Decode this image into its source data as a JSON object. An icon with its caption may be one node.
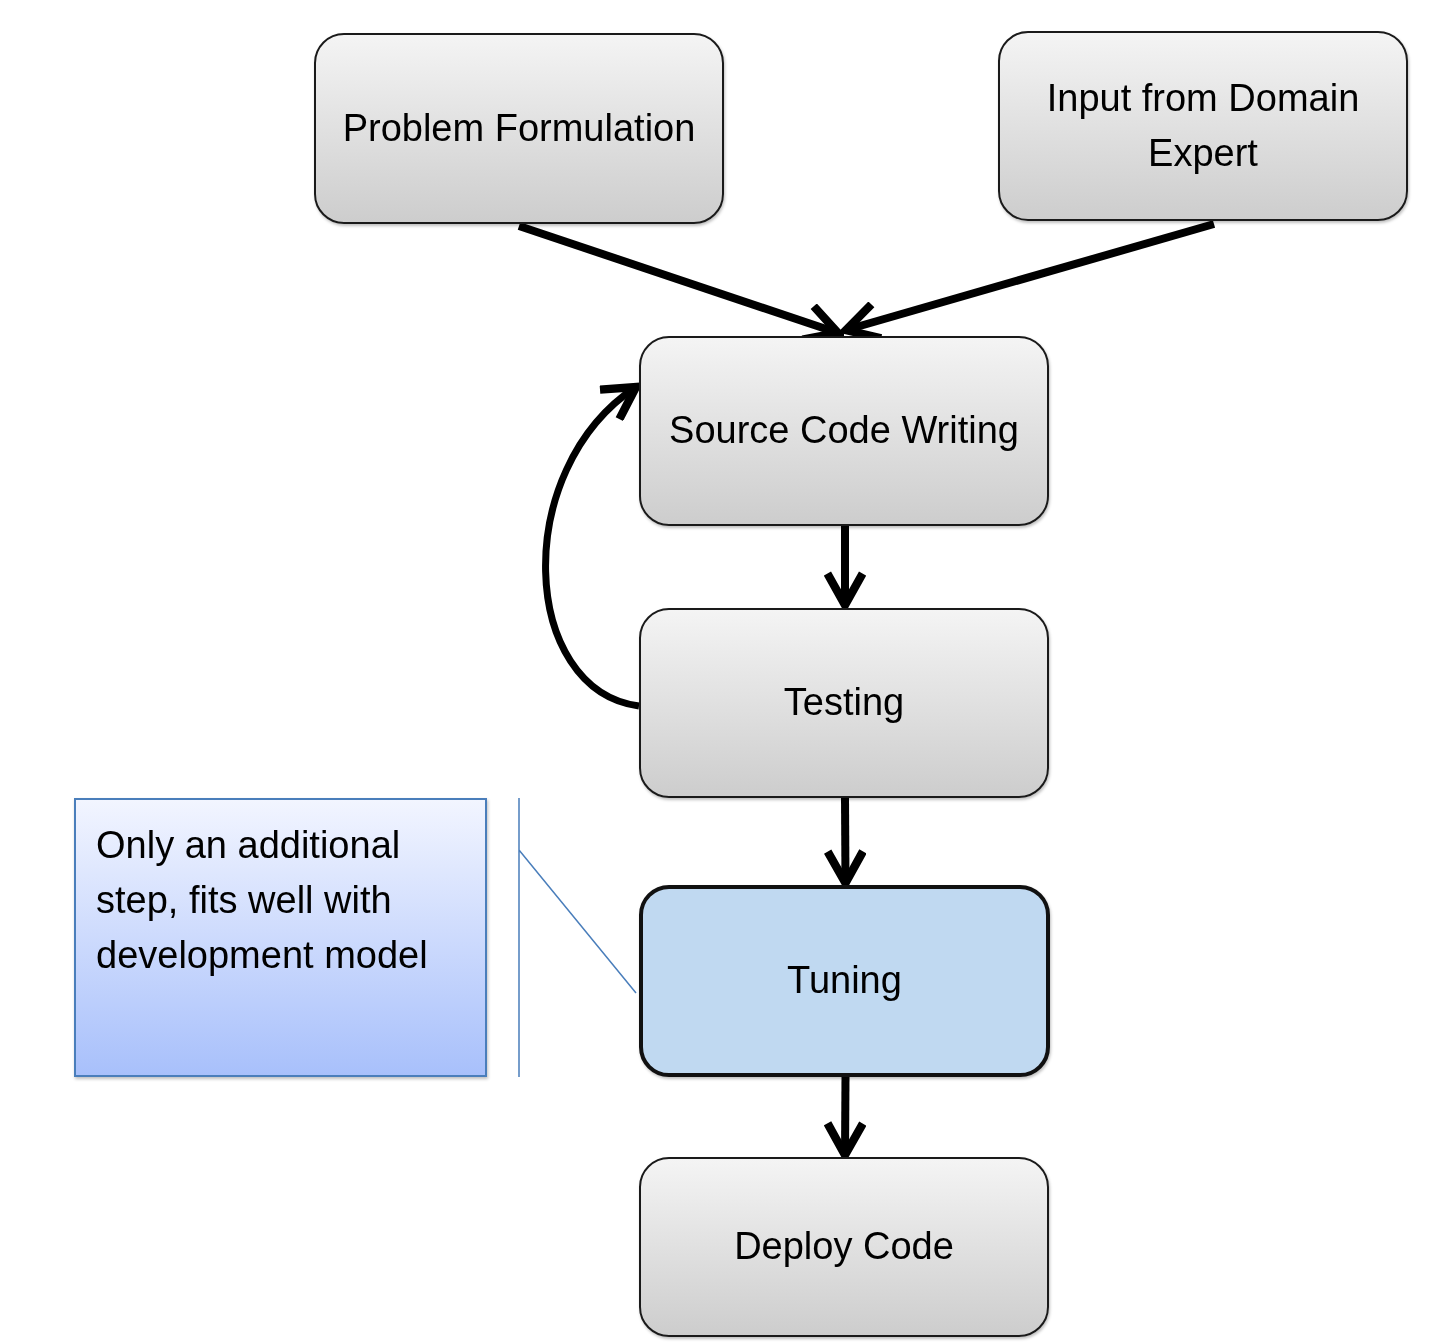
{
  "diagram": {
    "nodes": [
      {
        "text": [
          "Problem Formulation"
        ]
      },
      {
        "text": [
          "Input from Domain Expert"
        ]
      },
      {
        "text": [
          "Source Code Writing"
        ]
      },
      {
        "text": [
          "Testing"
        ]
      },
      {
        "text": [
          "Tuning"
        ]
      },
      {
        "text": [
          "Deploy Code"
        ]
      },
      {
        "text": [
          "Only an additional step, fits well with development model"
        ]
      }
    ],
    "edges": [
      {
        "from": 0,
        "to": 2,
        "arrow": "to"
      },
      {
        "from": 1,
        "to": 2,
        "arrow": "to"
      },
      {
        "from": 2,
        "to": 3,
        "arrow": "to"
      },
      {
        "from": 3,
        "to": 2,
        "arrow": "to"
      },
      {
        "from": 3,
        "to": 4,
        "arrow": "to"
      },
      {
        "from": 4,
        "to": 5,
        "arrow": "to"
      },
      {
        "from": 6,
        "to": 4,
        "arrow": "none",
        "color": "#4a7ebb"
      }
    ]
  }
}
